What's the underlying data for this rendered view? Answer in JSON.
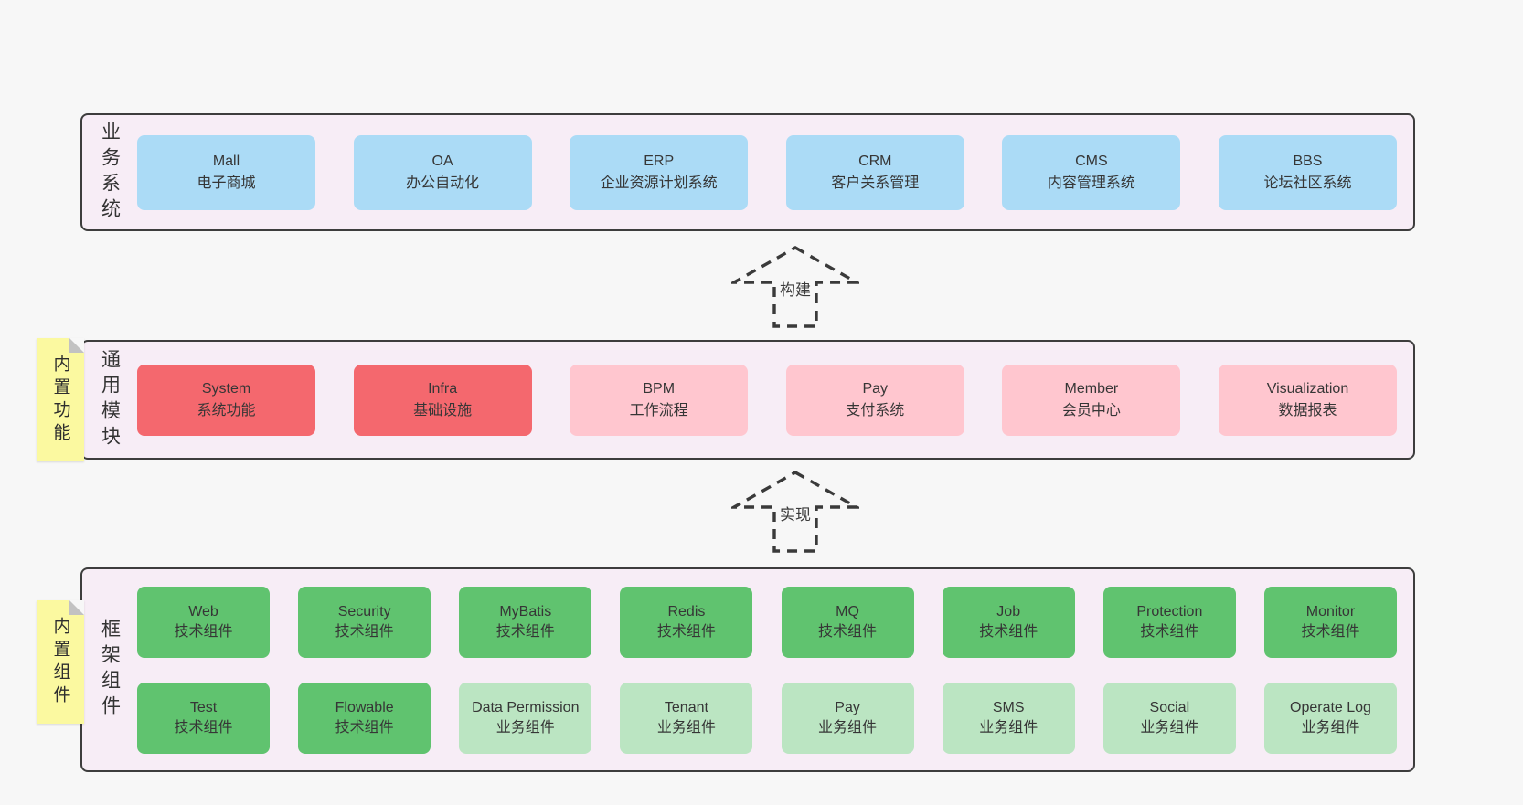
{
  "colors": {
    "page_bg": "#f7f7f7",
    "panel_bg": "#f7edf6",
    "panel_border": "#3d3d3d",
    "blue_node": "#abdbf6",
    "red_node": "#f4686e",
    "pink_node": "#ffc6cf",
    "green_dark_node": "#60c36f",
    "green_light_node": "#bbe5c2",
    "tag_bg": "#fbf9a0",
    "tag_fold": "#c2c2c2",
    "text": "#363636"
  },
  "arrows": {
    "build": {
      "label": "构建"
    },
    "implement": {
      "label": "实现"
    }
  },
  "business": {
    "label": "业务系统",
    "items": [
      {
        "name": "Mall",
        "desc": "电子商城",
        "variant": "blue"
      },
      {
        "name": "OA",
        "desc": "办公自动化",
        "variant": "blue"
      },
      {
        "name": "ERP",
        "desc": "企业资源计划系统",
        "variant": "blue"
      },
      {
        "name": "CRM",
        "desc": "客户关系管理",
        "variant": "blue"
      },
      {
        "name": "CMS",
        "desc": "内容管理系统",
        "variant": "blue"
      },
      {
        "name": "BBS",
        "desc": "论坛社区系统",
        "variant": "blue"
      }
    ]
  },
  "modules": {
    "label": "通用模块",
    "tag": "内置功能",
    "items": [
      {
        "name": "System",
        "desc": "系统功能",
        "variant": "red"
      },
      {
        "name": "Infra",
        "desc": "基础设施",
        "variant": "red"
      },
      {
        "name": "BPM",
        "desc": "工作流程",
        "variant": "pink"
      },
      {
        "name": "Pay",
        "desc": "支付系统",
        "variant": "pink"
      },
      {
        "name": "Member",
        "desc": "会员中心",
        "variant": "pink"
      },
      {
        "name": "Visualization",
        "desc": "数据报表",
        "variant": "pink"
      }
    ]
  },
  "framework": {
    "label": "框架组件",
    "tag": "内置组件",
    "row1": [
      {
        "name": "Web",
        "desc": "技术组件",
        "variant": "green-dark"
      },
      {
        "name": "Security",
        "desc": "技术组件",
        "variant": "green-dark"
      },
      {
        "name": "MyBatis",
        "desc": "技术组件",
        "variant": "green-dark"
      },
      {
        "name": "Redis",
        "desc": "技术组件",
        "variant": "green-dark"
      },
      {
        "name": "MQ",
        "desc": "技术组件",
        "variant": "green-dark"
      },
      {
        "name": "Job",
        "desc": "技术组件",
        "variant": "green-dark"
      },
      {
        "name": "Protection",
        "desc": "技术组件",
        "variant": "green-dark"
      },
      {
        "name": "Monitor",
        "desc": "技术组件",
        "variant": "green-dark"
      }
    ],
    "row2": [
      {
        "name": "Test",
        "desc": "技术组件",
        "variant": "green-dark"
      },
      {
        "name": "Flowable",
        "desc": "技术组件",
        "variant": "green-dark"
      },
      {
        "name": "Data Permission",
        "desc": "业务组件",
        "variant": "green-light"
      },
      {
        "name": "Tenant",
        "desc": "业务组件",
        "variant": "green-light"
      },
      {
        "name": "Pay",
        "desc": "业务组件",
        "variant": "green-light"
      },
      {
        "name": "SMS",
        "desc": "业务组件",
        "variant": "green-light"
      },
      {
        "name": "Social",
        "desc": "业务组件",
        "variant": "green-light"
      },
      {
        "name": "Operate Log",
        "desc": "业务组件",
        "variant": "green-light"
      }
    ]
  }
}
